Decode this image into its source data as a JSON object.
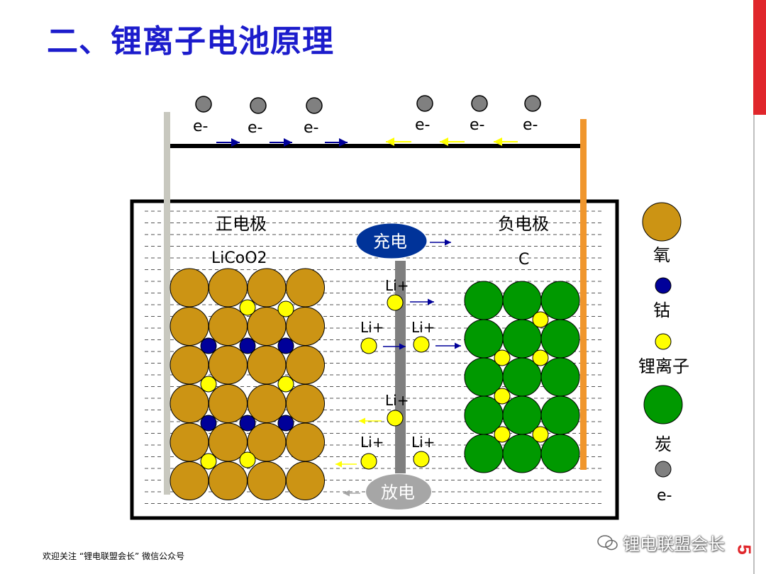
{
  "title": "二、锂离子电池原理",
  "diagram": {
    "positive_label": "正电极",
    "positive_material": "LiCoO2",
    "negative_label": "负电极",
    "negative_material": "C",
    "charge_label": "充电",
    "discharge_label": "放电",
    "li_ion_label": "Li+",
    "electron_label": "e-"
  },
  "legend": {
    "oxygen": "氧",
    "cobalt": "钴",
    "lithium_ion": "锂离子",
    "carbon": "炭",
    "electron": "e-"
  },
  "colors": {
    "title": "#1c1ccc",
    "oxygen": "#cc9414",
    "cobalt": "#000099",
    "lithium_ion": "#ffff00",
    "carbon": "#009900",
    "electron": "#808080",
    "charge": "#003399",
    "discharge": "#a6a6a6",
    "anode_wire": "#f0962d",
    "cathode_wire": "#c8c8bf",
    "accent_red": "#e0262b"
  },
  "footer": "欢迎关注 “锂电联盟会长” 微信公众号",
  "watermark": "锂电联盟会长",
  "page_number": "5"
}
